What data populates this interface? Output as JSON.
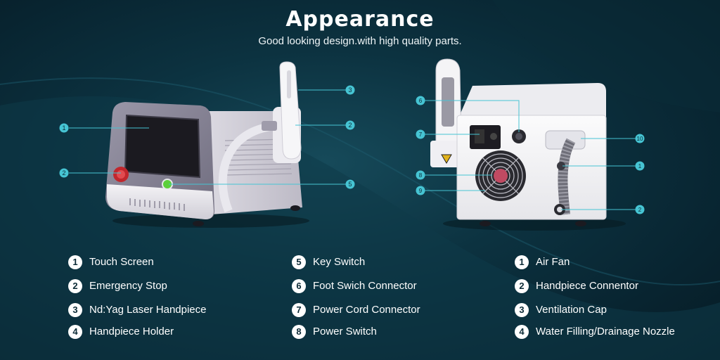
{
  "header": {
    "title": "Appearance",
    "subtitle": "Good looking design.with high quality parts."
  },
  "colors": {
    "accent": "#46c4d3",
    "background": "#0c3240",
    "text": "#ffffff"
  },
  "front_view": {
    "callouts": [
      "1",
      "2",
      "3",
      "2",
      "5"
    ]
  },
  "back_view": {
    "callouts": [
      "6",
      "7",
      "8",
      "9",
      "10",
      "1",
      "2"
    ]
  },
  "legend": {
    "columns": [
      [
        {
          "num": "1",
          "label": "Touch Screen"
        },
        {
          "num": "2",
          "label": "Emergency Stop"
        },
        {
          "num": "3",
          "label": "Nd:Yag Laser Handpiece"
        },
        {
          "num": "4",
          "label": "Handpiece Holder"
        }
      ],
      [
        {
          "num": "5",
          "label": "Key Switch"
        },
        {
          "num": "6",
          "label": "Foot Swich Connector"
        },
        {
          "num": "7",
          "label": "Power Cord Connector"
        },
        {
          "num": "8",
          "label": "Power Switch"
        }
      ],
      [
        {
          "num": "1",
          "label": "Air Fan"
        },
        {
          "num": "2",
          "label": "Handpiece Connentor"
        },
        {
          "num": "3",
          "label": "Ventilation Cap"
        },
        {
          "num": "4",
          "label": "Water Filling/Drainage Nozzle"
        }
      ]
    ]
  }
}
